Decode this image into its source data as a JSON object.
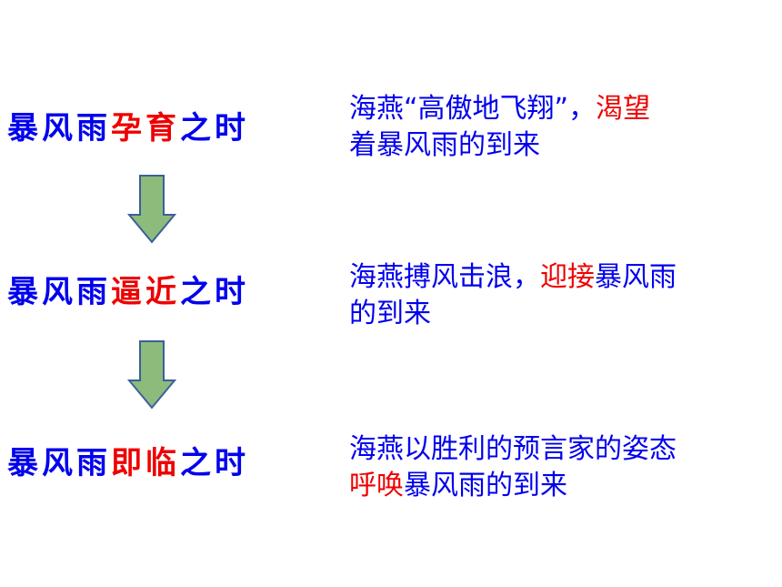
{
  "colors": {
    "text_blue": "#0000ee",
    "emphasis_red": "#ee0000",
    "arrow_fill": "#8dbb7c",
    "arrow_stroke": "#3b5f9a"
  },
  "stages": [
    {
      "label_prefix": "暴风雨",
      "label_key": "孕育",
      "label_suffix": "之时",
      "desc_line1_a": "海燕“高傲地飞翔”，",
      "desc_line1_red": "渴望",
      "desc_line2": "着暴风雨的到来"
    },
    {
      "label_prefix": "暴风雨",
      "label_key": "逼近",
      "label_suffix": "之时",
      "desc_line1_a": "海燕搏风击浪，",
      "desc_line1_red": "迎接",
      "desc_line1_b": "暴风雨",
      "desc_line2": "的到来"
    },
    {
      "label_prefix": "暴风雨",
      "label_key": "即临",
      "label_suffix": "之时",
      "desc_line1": "海燕以胜利的预言家的姿态",
      "desc_line2_red": "呼唤",
      "desc_line2_b": "暴风雨的到来"
    }
  ],
  "arrow_icons": [
    "down-arrow-icon",
    "down-arrow-icon"
  ]
}
